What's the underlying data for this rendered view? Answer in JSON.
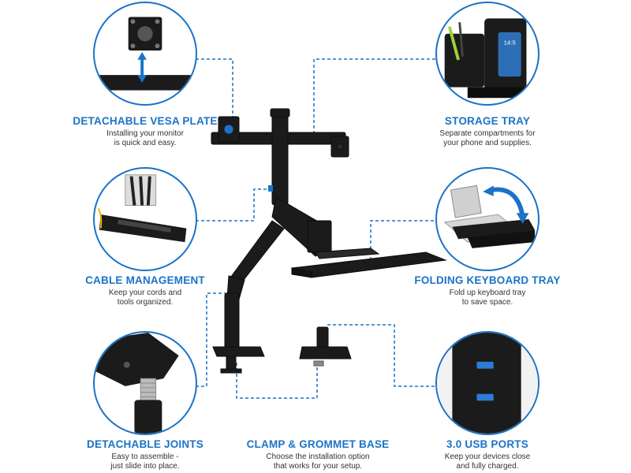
{
  "features": {
    "vesa": {
      "title": "DETACHABLE VESA PLATE",
      "desc": [
        "Installing your monitor",
        "is quick and easy."
      ],
      "icon": "vesa-plate-icon"
    },
    "storage": {
      "title": "STORAGE TRAY",
      "desc": [
        "Separate compartments for",
        "your phone and supplies."
      ],
      "icon": "storage-tray-icon",
      "phone_time": "14:5"
    },
    "cable": {
      "title": "CABLE MANAGEMENT",
      "desc": [
        "Keep your cords and",
        "tools organized."
      ],
      "icon": "cable-management-icon"
    },
    "keyboard": {
      "title": "FOLDING KEYBOARD TRAY",
      "desc": [
        "Fold up keyboard tray",
        "to save space."
      ],
      "icon": "folding-keyboard-tray-icon"
    },
    "joints": {
      "title": "DETACHABLE JOINTS",
      "desc": [
        "Easy to assemble -",
        "just slide into place."
      ],
      "icon": "detachable-joint-icon"
    },
    "clamp": {
      "title": "CLAMP & GROMMET BASE",
      "desc": [
        "Choose the installation option",
        "that works for your setup."
      ],
      "icon": "clamp-grommet-base-icon"
    },
    "usb": {
      "title": "3.0 USB PORTS",
      "desc": [
        "Keep your devices close",
        "and fully charged."
      ],
      "icon": "usb-ports-icon"
    }
  },
  "colors": {
    "accent": "#1a73c7",
    "product": "#1b1b1b",
    "text": "#333333"
  }
}
